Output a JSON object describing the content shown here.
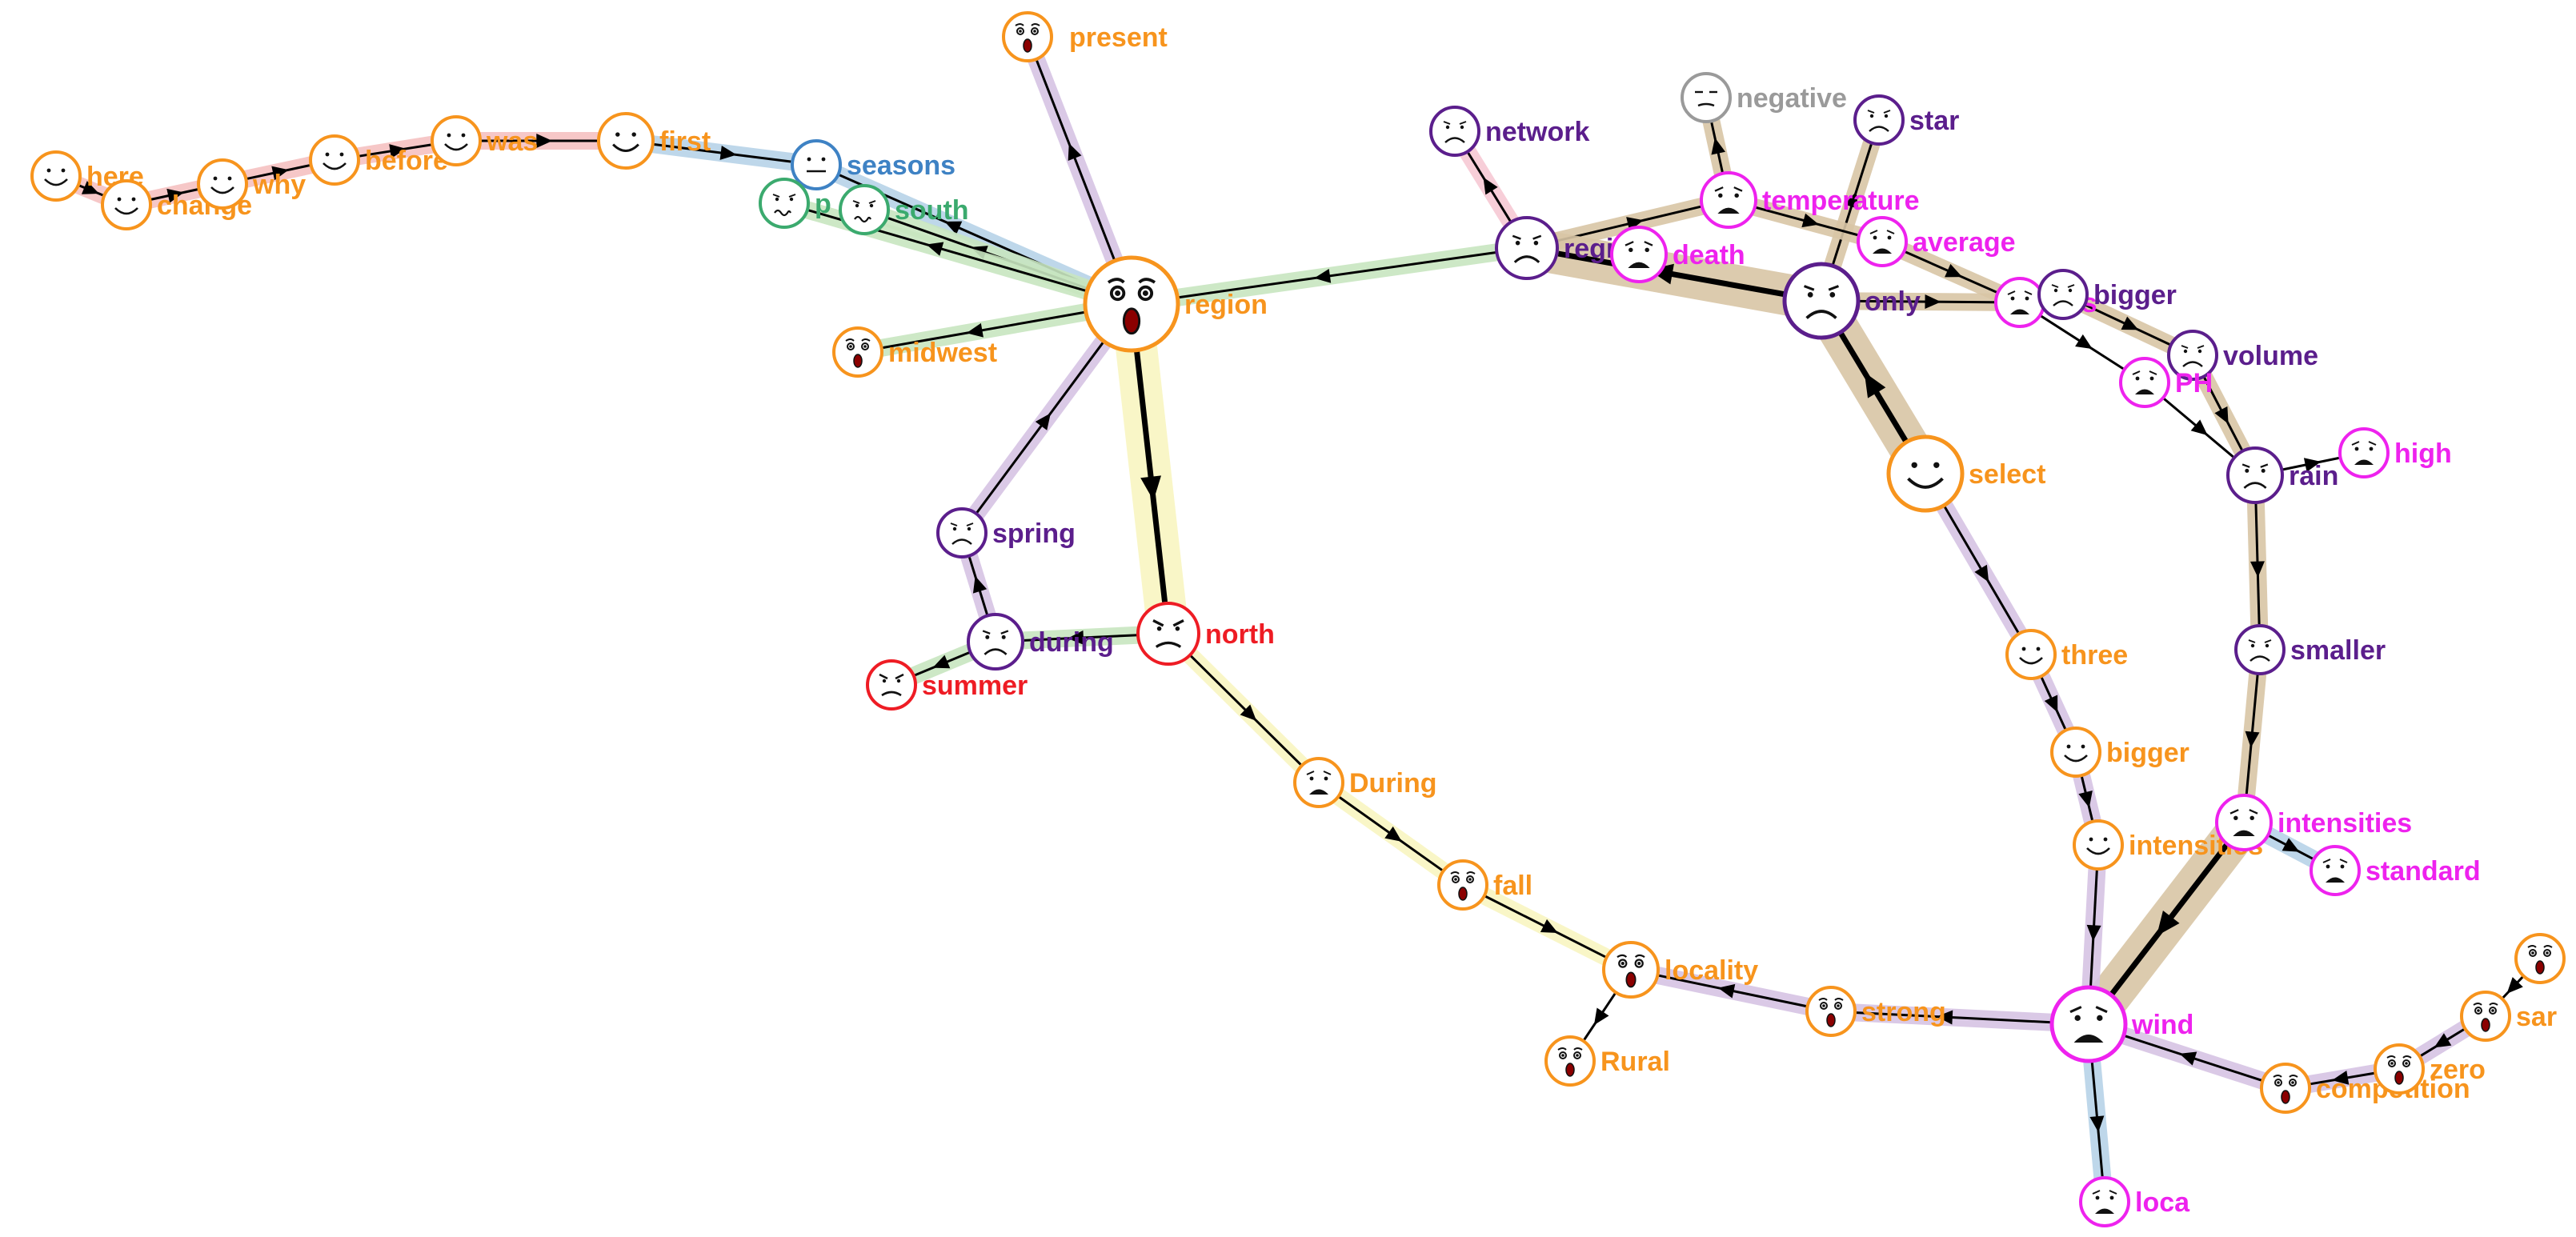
{
  "colors": {
    "orange": "#F7941D",
    "purple": "#5B1E8C",
    "magenta": "#EE22EE",
    "red": "#EE1C24",
    "green": "#3BAA6E",
    "blue": "#3E82C4",
    "gray": "#9A9A9A",
    "hl_purple": "#D6C4E4",
    "hl_tan": "#D9C6A6",
    "hl_green": "#C8E6C0",
    "hl_yellow": "#F9F6C2",
    "hl_pink": "#F7C9D4",
    "hl_blue": "#B7D3E8",
    "hl_red": "#F6C1C1"
  },
  "nodes": [
    {
      "id": "here",
      "label": "here",
      "color": "orange",
      "face": "smile"
    },
    {
      "id": "change",
      "label": "change",
      "color": "orange",
      "face": "smile"
    },
    {
      "id": "why",
      "label": "why",
      "color": "orange",
      "face": "smile"
    },
    {
      "id": "before",
      "label": "before",
      "color": "orange",
      "face": "smile"
    },
    {
      "id": "was",
      "label": "was",
      "color": "orange",
      "face": "smile"
    },
    {
      "id": "first",
      "label": "first",
      "color": "orange",
      "face": "smile"
    },
    {
      "id": "seasons",
      "label": "seasons",
      "color": "blue",
      "face": "neutral"
    },
    {
      "id": "p",
      "label": "p",
      "color": "green",
      "face": "disgust"
    },
    {
      "id": "south",
      "label": "south",
      "color": "green",
      "face": "disgust"
    },
    {
      "id": "present",
      "label": "present",
      "color": "orange",
      "face": "surprise"
    },
    {
      "id": "region",
      "label": "region",
      "color": "orange",
      "face": "surprise"
    },
    {
      "id": "midwest",
      "label": "midwest",
      "color": "orange",
      "face": "surprise"
    },
    {
      "id": "spring",
      "label": "spring",
      "color": "purple",
      "face": "sad"
    },
    {
      "id": "during",
      "label": "during",
      "color": "purple",
      "face": "sad"
    },
    {
      "id": "summer",
      "label": "summer",
      "color": "red",
      "face": "angry"
    },
    {
      "id": "north",
      "label": "north",
      "color": "red",
      "face": "angry"
    },
    {
      "id": "During",
      "label": "During",
      "color": "orange",
      "face": "fear"
    },
    {
      "id": "fall",
      "label": "fall",
      "color": "orange",
      "face": "surprise"
    },
    {
      "id": "locality",
      "label": "locality",
      "color": "orange",
      "face": "surprise"
    },
    {
      "id": "Rural",
      "label": "Rural",
      "color": "orange",
      "face": "surprise"
    },
    {
      "id": "strong",
      "label": "strong",
      "color": "orange",
      "face": "surprise"
    },
    {
      "id": "network",
      "label": "network",
      "color": "purple",
      "face": "sad"
    },
    {
      "id": "regions",
      "label": "regions",
      "color": "purple",
      "face": "sad"
    },
    {
      "id": "death",
      "label": "death",
      "color": "magenta",
      "face": "fear"
    },
    {
      "id": "negative",
      "label": "negative",
      "color": "gray",
      "face": "meh"
    },
    {
      "id": "star",
      "label": "star",
      "color": "purple",
      "face": "sad"
    },
    {
      "id": "temperature",
      "label": "temperature",
      "color": "magenta",
      "face": "fear"
    },
    {
      "id": "average",
      "label": "average",
      "color": "magenta",
      "face": "fear"
    },
    {
      "id": "only",
      "label": "only",
      "color": "purple",
      "face": "sad"
    },
    {
      "id": "has",
      "label": "has",
      "color": "magenta",
      "face": "fear"
    },
    {
      "id": "bigger1",
      "label": "bigger",
      "color": "purple",
      "face": "sad"
    },
    {
      "id": "volume",
      "label": "volume",
      "color": "purple",
      "face": "sad"
    },
    {
      "id": "PH",
      "label": "PH",
      "color": "magenta",
      "face": "fear"
    },
    {
      "id": "rain",
      "label": "rain",
      "color": "purple",
      "face": "sad"
    },
    {
      "id": "high",
      "label": "high",
      "color": "magenta",
      "face": "fear"
    },
    {
      "id": "select",
      "label": "select",
      "color": "orange",
      "face": "smile"
    },
    {
      "id": "three",
      "label": "three",
      "color": "orange",
      "face": "smile"
    },
    {
      "id": "bigger2",
      "label": "bigger",
      "color": "orange",
      "face": "smile"
    },
    {
      "id": "intensities1",
      "label": "intensities",
      "color": "orange",
      "face": "smile"
    },
    {
      "id": "smaller",
      "label": "smaller",
      "color": "purple",
      "face": "sad"
    },
    {
      "id": "intensities2",
      "label": "intensities",
      "color": "magenta",
      "face": "fear"
    },
    {
      "id": "standard",
      "label": "standard",
      "color": "magenta",
      "face": "fear"
    },
    {
      "id": "wind",
      "label": "wind",
      "color": "magenta",
      "face": "fear"
    },
    {
      "id": "loca",
      "label": "loca",
      "color": "magenta",
      "face": "fear"
    },
    {
      "id": "competition",
      "label": "competition",
      "color": "orange",
      "face": "surprise"
    },
    {
      "id": "zero",
      "label": "zero",
      "color": "orange",
      "face": "surprise"
    },
    {
      "id": "sar",
      "label": "sar",
      "color": "orange",
      "face": "surprise"
    },
    {
      "id": "top_right",
      "label": "",
      "color": "orange",
      "face": "surprise"
    }
  ],
  "edges": [
    {
      "from": "here",
      "to": "change",
      "hl": "hl_red"
    },
    {
      "from": "change",
      "to": "why",
      "hl": "hl_red"
    },
    {
      "from": "why",
      "to": "before",
      "hl": "hl_red"
    },
    {
      "from": "before",
      "to": "was",
      "hl": "hl_red"
    },
    {
      "from": "was",
      "to": "first",
      "hl": "hl_red"
    },
    {
      "from": "first",
      "to": "seasons",
      "hl": "hl_blue"
    },
    {
      "from": "region",
      "to": "seasons",
      "hl": "hl_blue"
    },
    {
      "from": "region",
      "to": "south",
      "hl": "hl_green"
    },
    {
      "from": "region",
      "to": "p",
      "hl": "hl_green"
    },
    {
      "from": "region",
      "to": "present",
      "hl": "hl_purple"
    },
    {
      "from": "region",
      "to": "midwest",
      "hl": "hl_green"
    },
    {
      "from": "regions",
      "to": "region",
      "hl": "hl_green"
    },
    {
      "from": "region",
      "to": "north",
      "hl": "hl_yellow",
      "heavy": true
    },
    {
      "from": "spring",
      "to": "region",
      "hl": "hl_purple"
    },
    {
      "from": "during",
      "to": "spring",
      "hl": "hl_purple"
    },
    {
      "from": "north",
      "to": "during",
      "hl": "hl_green"
    },
    {
      "from": "during",
      "to": "summer",
      "hl": "hl_green"
    },
    {
      "from": "north",
      "to": "During",
      "hl": "hl_yellow"
    },
    {
      "from": "During",
      "to": "fall",
      "hl": "hl_yellow"
    },
    {
      "from": "fall",
      "to": "locality",
      "hl": "hl_yellow"
    },
    {
      "from": "locality",
      "to": "Rural",
      "hl": ""
    },
    {
      "from": "strong",
      "to": "locality",
      "hl": "hl_purple"
    },
    {
      "from": "wind",
      "to": "strong",
      "hl": "hl_purple"
    },
    {
      "from": "regions",
      "to": "network",
      "hl": "hl_pink"
    },
    {
      "from": "regions",
      "to": "temperature",
      "hl": "hl_tan"
    },
    {
      "from": "temperature",
      "to": "negative",
      "hl": "hl_tan"
    },
    {
      "from": "only",
      "to": "regions",
      "hl": "hl_tan",
      "heavy": true
    },
    {
      "from": "only",
      "to": "star",
      "hl": "hl_tan"
    },
    {
      "from": "temperature",
      "to": "average",
      "hl": "hl_tan"
    },
    {
      "from": "average",
      "to": "has",
      "hl": "hl_tan"
    },
    {
      "from": "only",
      "to": "has",
      "hl": "hl_tan"
    },
    {
      "from": "has",
      "to": "bigger1",
      "hl": "hl_tan"
    },
    {
      "from": "bigger1",
      "to": "volume",
      "hl": "hl_tan"
    },
    {
      "from": "has",
      "to": "PH",
      "hl": ""
    },
    {
      "from": "PH",
      "to": "rain",
      "hl": ""
    },
    {
      "from": "volume",
      "to": "rain",
      "hl": "hl_tan"
    },
    {
      "from": "rain",
      "to": "high",
      "hl": ""
    },
    {
      "from": "rain",
      "to": "smaller",
      "hl": "hl_tan"
    },
    {
      "from": "smaller",
      "to": "intensities2",
      "hl": "hl_tan"
    },
    {
      "from": "intensities2",
      "to": "standard",
      "hl": "hl_blue"
    },
    {
      "from": "intensities2",
      "to": "wind",
      "hl": "hl_tan",
      "heavy": true
    },
    {
      "from": "select",
      "to": "only",
      "hl": "hl_tan",
      "heavy": true
    },
    {
      "from": "select",
      "to": "three",
      "hl": "hl_purple"
    },
    {
      "from": "three",
      "to": "bigger2",
      "hl": "hl_purple"
    },
    {
      "from": "bigger2",
      "to": "intensities1",
      "hl": "hl_purple"
    },
    {
      "from": "intensities1",
      "to": "wind",
      "hl": "hl_purple"
    },
    {
      "from": "wind",
      "to": "loca",
      "hl": "hl_blue"
    },
    {
      "from": "competition",
      "to": "wind",
      "hl": "hl_purple"
    },
    {
      "from": "zero",
      "to": "competition",
      "hl": "hl_purple"
    },
    {
      "from": "sar",
      "to": "zero",
      "hl": "hl_purple"
    },
    {
      "from": "top_right",
      "to": "sar",
      "hl": ""
    }
  ]
}
